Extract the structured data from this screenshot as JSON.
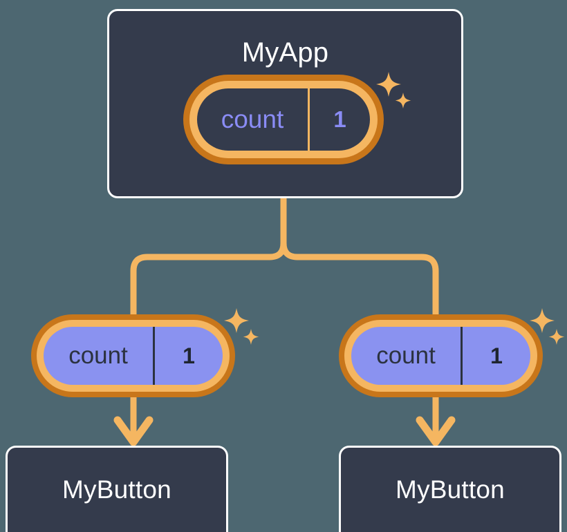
{
  "theme": {
    "page_background": "#4d6771",
    "card_background": "#343b4c",
    "card_border": "#ffffff",
    "ring_outer": "#c8761a",
    "ring_inner": "#f5b661",
    "pill_purple_fill": "#8a92f0",
    "pill_dark_fill": "#343b4c",
    "accent_purple_text": "#8a8cf5",
    "connector": "#f5b661",
    "sparkle": "#f5b661",
    "dark_text": "#2b323f"
  },
  "diagram": {
    "type": "component-tree",
    "title": "MyApp",
    "nodes": [
      {
        "id": "myapp",
        "kind": "component-card",
        "label": "MyApp",
        "state": {
          "key": "count",
          "value": "1",
          "style": "dark"
        },
        "sparkle": true
      },
      {
        "id": "state-left",
        "kind": "state-pill",
        "state": {
          "key": "count",
          "value": "1",
          "style": "purple"
        },
        "sparkle": true
      },
      {
        "id": "state-right",
        "kind": "state-pill",
        "state": {
          "key": "count",
          "value": "1",
          "style": "purple"
        },
        "sparkle": true
      },
      {
        "id": "button-left",
        "kind": "component-card",
        "label": "MyButton"
      },
      {
        "id": "button-right",
        "kind": "component-card",
        "label": "MyButton"
      }
    ],
    "edges": [
      {
        "from": "myapp",
        "to": "state-left",
        "arrow": false
      },
      {
        "from": "myapp",
        "to": "state-right",
        "arrow": false
      },
      {
        "from": "state-left",
        "to": "button-left",
        "arrow": true
      },
      {
        "from": "state-right",
        "to": "button-right",
        "arrow": true
      }
    ],
    "icons": {
      "sparkle": "sparkle-icon",
      "arrow": "arrow-down-icon"
    }
  }
}
